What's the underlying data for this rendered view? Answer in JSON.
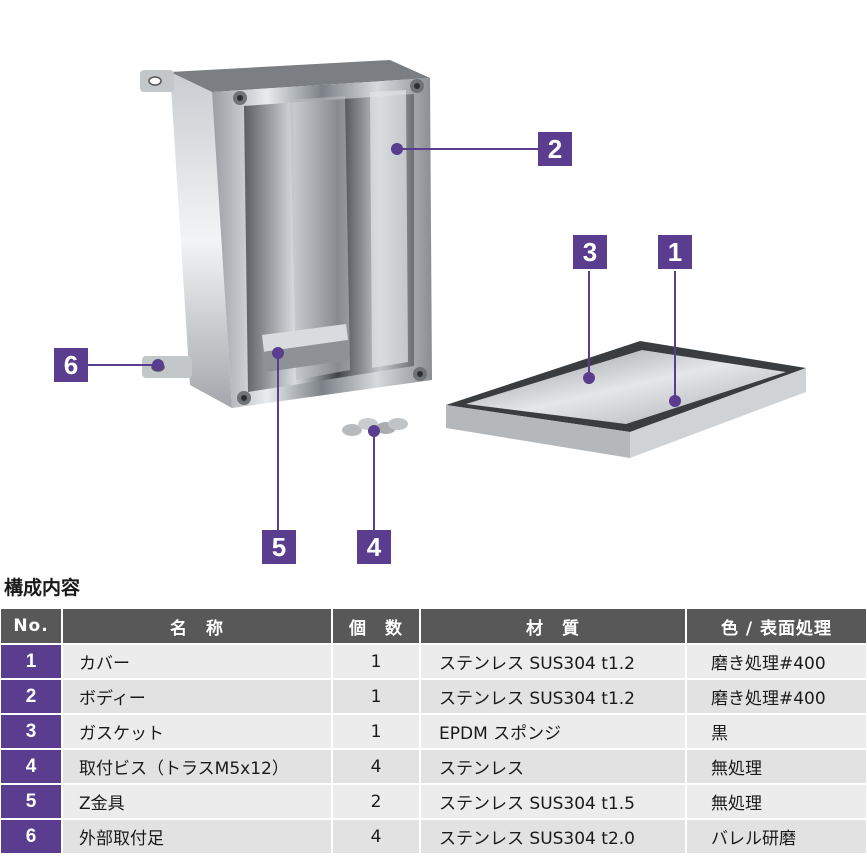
{
  "callouts": [
    "1",
    "2",
    "3",
    "4",
    "5",
    "6"
  ],
  "section_title": "構成内容",
  "table": {
    "headers": [
      "No.",
      "名　称",
      "個　数",
      "材　質",
      "色 / 表面処理"
    ],
    "rows": [
      {
        "no": "1",
        "name": "カバー",
        "qty": "1",
        "material": "ステンレス SUS304 t1.2",
        "finish": "磨き処理#400"
      },
      {
        "no": "2",
        "name": "ボディー",
        "qty": "1",
        "material": "ステンレス SUS304 t1.2",
        "finish": "磨き処理#400"
      },
      {
        "no": "3",
        "name": "ガスケット",
        "qty": "1",
        "material": "EPDM スポンジ",
        "finish": "黒"
      },
      {
        "no": "4",
        "name": "取付ビス（トラスM5x12）",
        "qty": "4",
        "material": "ステンレス",
        "finish": "無処理"
      },
      {
        "no": "5",
        "name": "Z金具",
        "qty": "2",
        "material": "ステンレス SUS304 t1.5",
        "finish": "無処理"
      },
      {
        "no": "6",
        "name": "外部取付足",
        "qty": "4",
        "material": "ステンレス SUS304 t2.0",
        "finish": "バレル研磨"
      }
    ]
  },
  "colors": {
    "accent": "#5a3d8e",
    "header_bg": "#585858",
    "row_bg": "#e8e8e8"
  }
}
